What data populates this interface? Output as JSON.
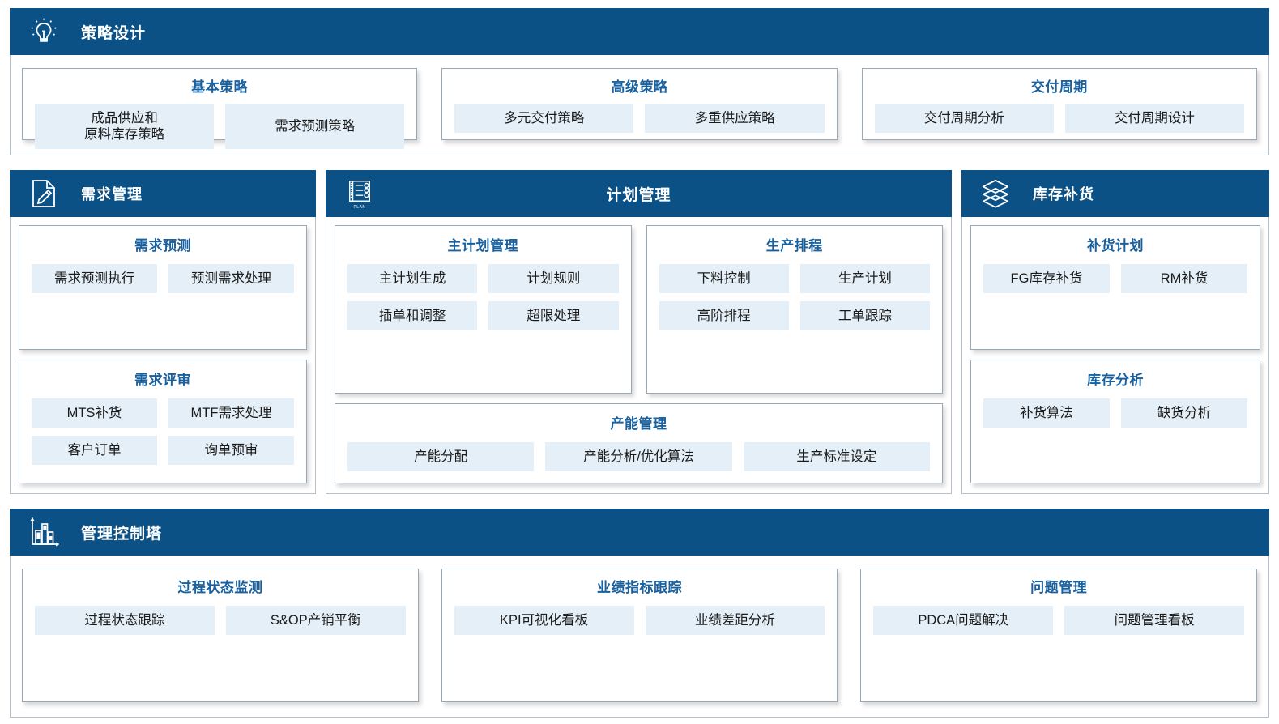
{
  "sections": {
    "strategy": {
      "title": "策略设计",
      "icon": "lightbulb-icon",
      "cards": [
        {
          "title": "基本策略",
          "tiles": [
            "成品供应和\n原料库存策略",
            "需求预测策略"
          ]
        },
        {
          "title": "高级策略",
          "tiles": [
            "多元交付策略",
            "多重供应策略"
          ]
        },
        {
          "title": "交付周期",
          "tiles": [
            "交付周期分析",
            "交付周期设计"
          ]
        }
      ]
    },
    "demand": {
      "title": "需求管理",
      "icon": "document-pencil-icon",
      "cards": [
        {
          "title": "需求预测",
          "tiles": [
            "需求预测执行",
            "预测需求处理"
          ]
        },
        {
          "title": "需求评审",
          "tiles": [
            "MTS补货",
            "MTF需求处理",
            "客户订单",
            "询单预审"
          ]
        }
      ]
    },
    "planning": {
      "title": "计划管理",
      "icon": "clipboard-plan-icon",
      "icon_label": "PLAN",
      "cards_top": [
        {
          "title": "主计划管理",
          "tiles": [
            "主计划生成",
            "计划规则",
            "插单和调整",
            "超限处理"
          ]
        },
        {
          "title": "生产排程",
          "tiles": [
            "下料控制",
            "生产计划",
            "高阶排程",
            "工单跟踪"
          ]
        }
      ],
      "cards_bottom": [
        {
          "title": "产能管理",
          "tiles": [
            "产能分配",
            "产能分析/优化算法",
            "生产标准设定"
          ]
        }
      ]
    },
    "inventory": {
      "title": "库存补货",
      "icon": "layers-stack-icon",
      "cards": [
        {
          "title": "补货计划",
          "tiles": [
            "FG库存补货",
            "RM补货"
          ]
        },
        {
          "title": "库存分析",
          "tiles": [
            "补货算法",
            "缺货分析"
          ]
        }
      ]
    },
    "tower": {
      "title": "管理控制塔",
      "icon": "bar-chart-icon",
      "cards": [
        {
          "title": "过程状态监测",
          "tiles": [
            "过程状态跟踪",
            "S&OP产销平衡"
          ]
        },
        {
          "title": "业绩指标跟踪",
          "tiles": [
            "KPI可视化看板",
            "业绩差距分析"
          ]
        },
        {
          "title": "问题管理",
          "tiles": [
            "PDCA问题解决",
            "问题管理看板"
          ]
        }
      ]
    }
  },
  "colors": {
    "header_blue": "#0b5185",
    "title_blue": "#18609e",
    "tile_bg": "#e4eff7",
    "card_border": "#9aa7b4"
  }
}
